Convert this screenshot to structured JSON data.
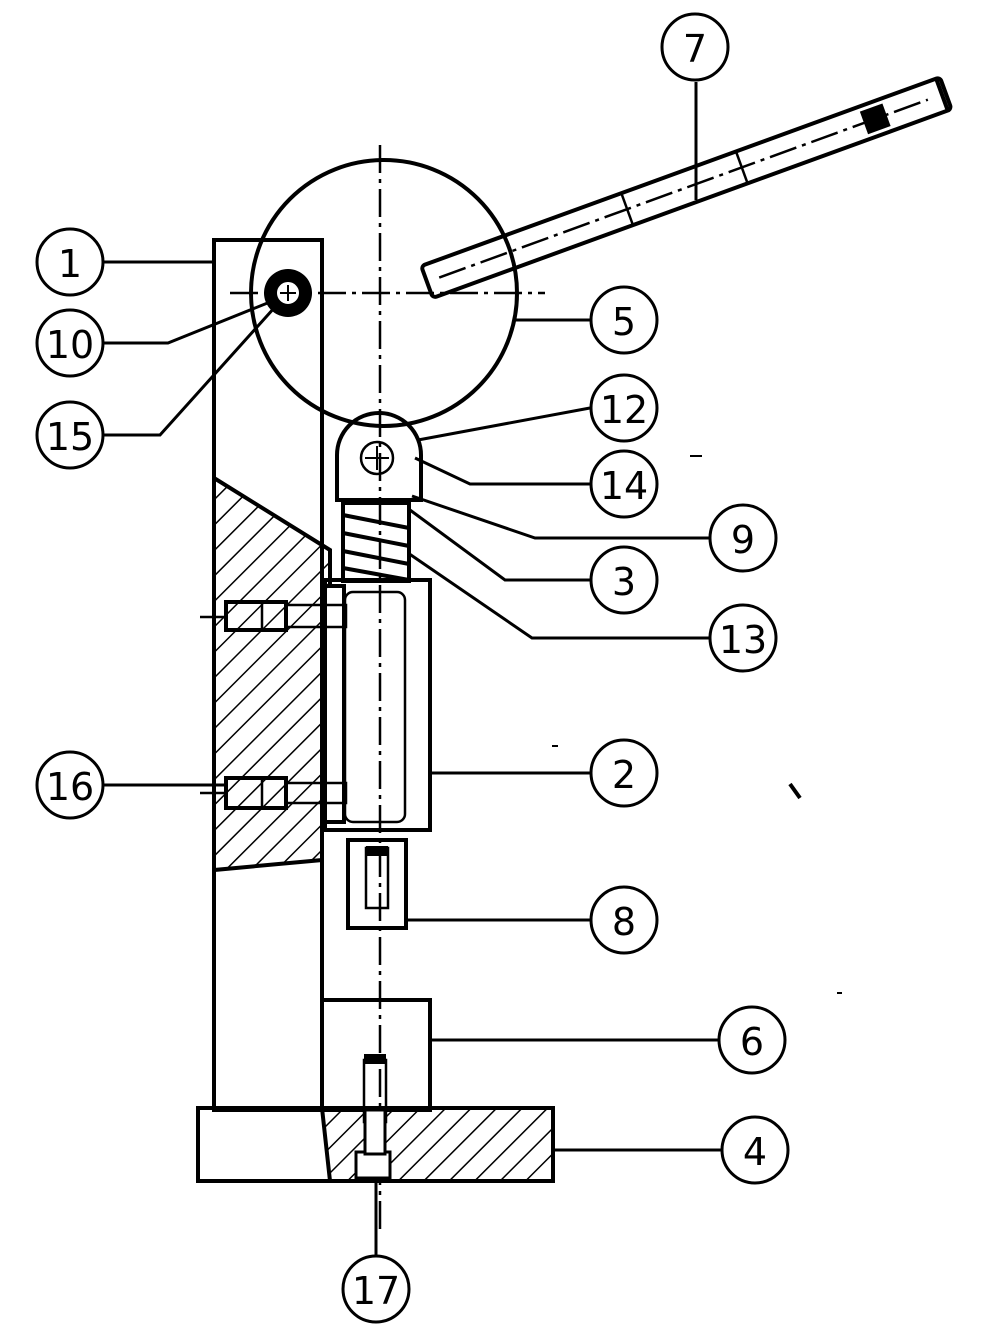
{
  "diagram": {
    "labels": {
      "p1": "1",
      "p2": "2",
      "p3": "3",
      "p4": "4",
      "p5": "5",
      "p6": "6",
      "p7": "7",
      "p8": "8",
      "p9": "9",
      "p10": "10",
      "p12": "12",
      "p13": "13",
      "p14": "14",
      "p15": "15",
      "p16": "16",
      "p17": "17"
    }
  }
}
